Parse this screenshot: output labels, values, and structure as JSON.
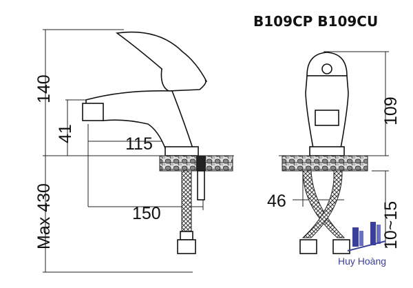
{
  "title": "B109CP B109CU",
  "side_view": {
    "height_label": "140",
    "spout_height_label": "41",
    "spout_reach_label": "115",
    "hose_length_label": "Max 430",
    "hose_offset_label": "150"
  },
  "front_view": {
    "height_label": "109",
    "hose_spacing_label": "46",
    "deck_thickness_label": "10~15"
  },
  "logo": {
    "text": "Huy Hoàng",
    "color": "#3a3f9a"
  }
}
